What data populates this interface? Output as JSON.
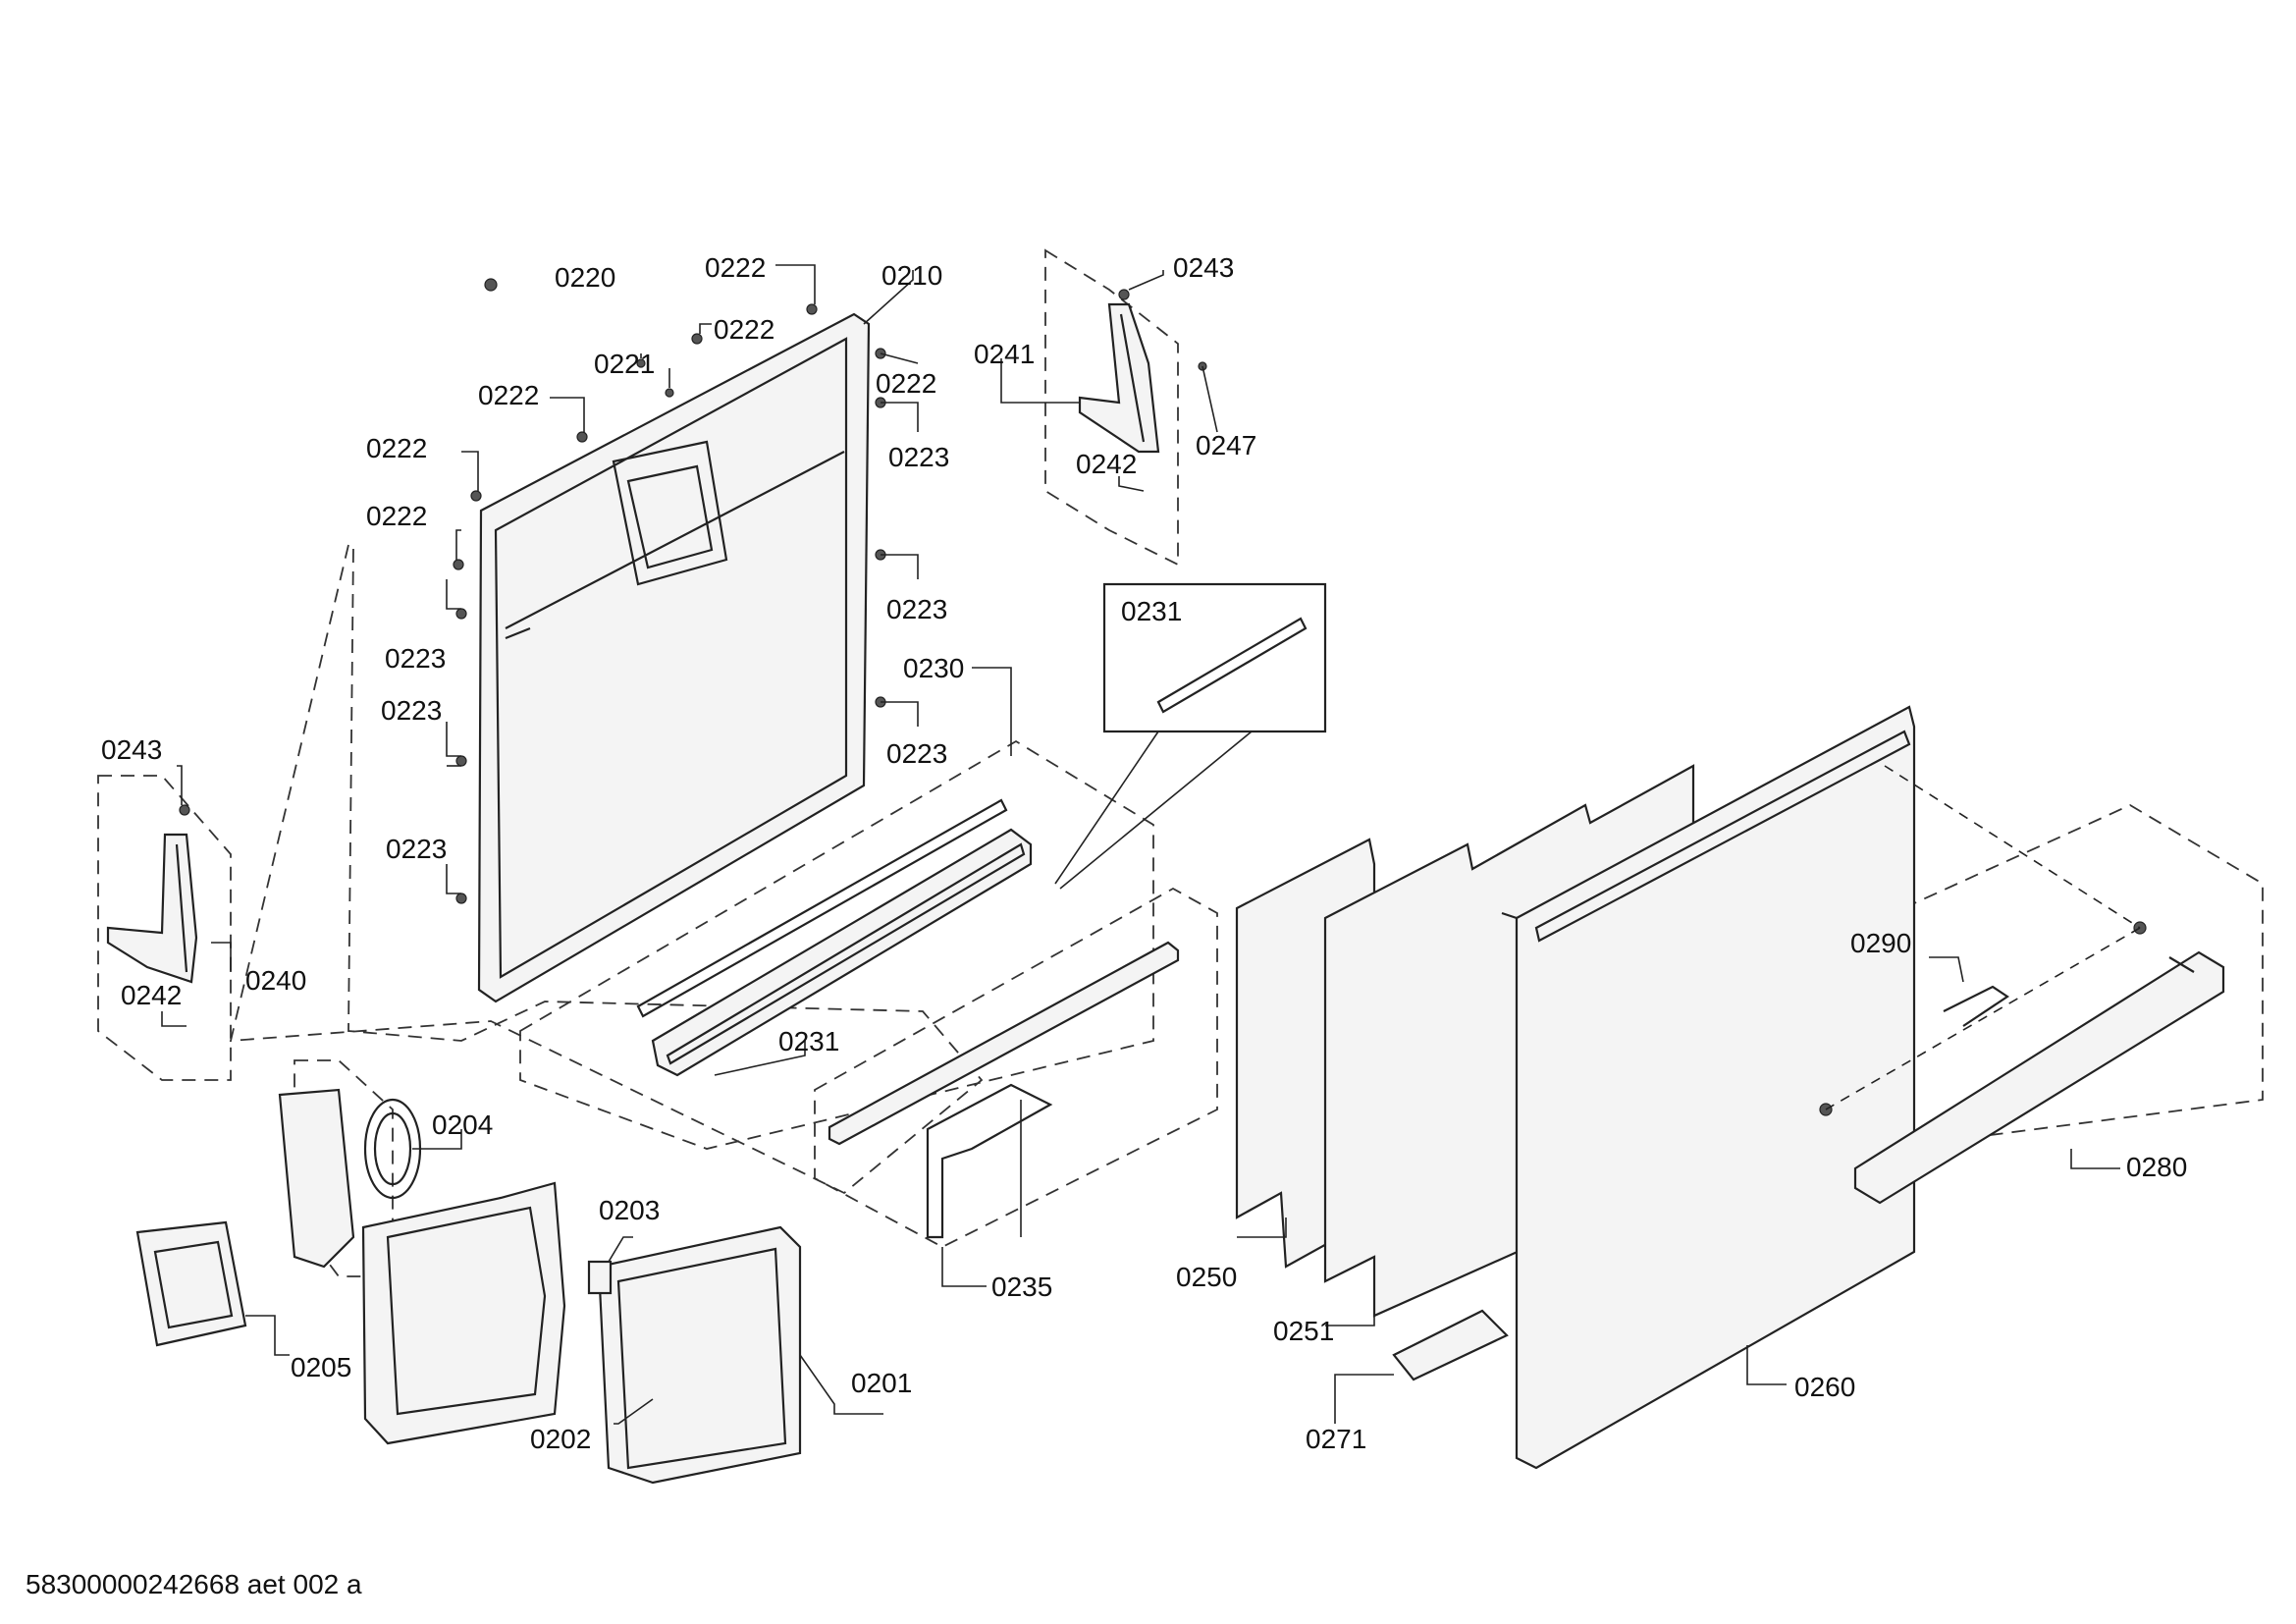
{
  "diagram": {
    "doc_code": "58300000242668 aet 002 a",
    "labels": {
      "p0201": "0201",
      "p0202": "0202",
      "p0203": "0203",
      "p0204": "0204",
      "p0205": "0205",
      "p0210": "0210",
      "p0220": "0220",
      "p0221": "0221",
      "p0222": "0222",
      "p0223": "0223",
      "p0230": "0230",
      "p0231": "0231",
      "p0235": "0235",
      "p0240": "0240",
      "p0241": "0241",
      "p0242": "0242",
      "p0243": "0243",
      "p0247": "0247",
      "p0250": "0250",
      "p0251": "0251",
      "p0260": "0260",
      "p0271": "0271",
      "p0280": "0280",
      "p0290": "0290"
    }
  }
}
